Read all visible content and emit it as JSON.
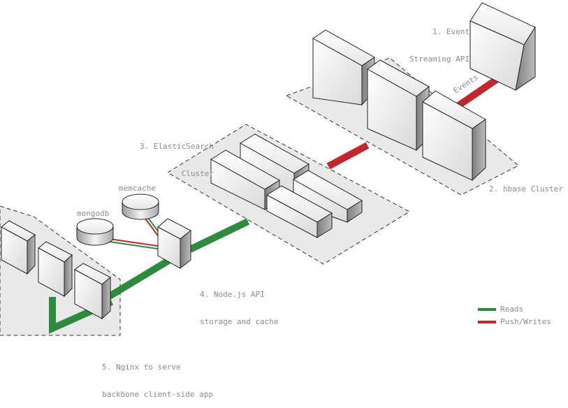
{
  "labels": {
    "event_api_line1": "1. Event",
    "event_api_line2": "Streaming API",
    "events_link": "Events",
    "hbase": "2. hbase Cluster",
    "elastic_line1": "3. ElasticSearch",
    "elastic_line2": "Cluster",
    "memcache": "memcache",
    "mongodb": "mongodb",
    "node_line1": "4. Node.js API",
    "node_line2": "storage and cache",
    "nginx_line1": "5. Nginx to serve",
    "nginx_line2": "backbone client-side app"
  },
  "legend": [
    {
      "label": "Reads",
      "color": "#2e8b3e"
    },
    {
      "label": "Push/Writes",
      "color": "#c1272d"
    }
  ],
  "colors": {
    "reads": "#2e8b3e",
    "writes": "#c1272d",
    "cluster_fill": "#e9e9e9",
    "box_front": "#f7f7f7",
    "box_side": "#9a9a9a",
    "outline": "#222222"
  }
}
